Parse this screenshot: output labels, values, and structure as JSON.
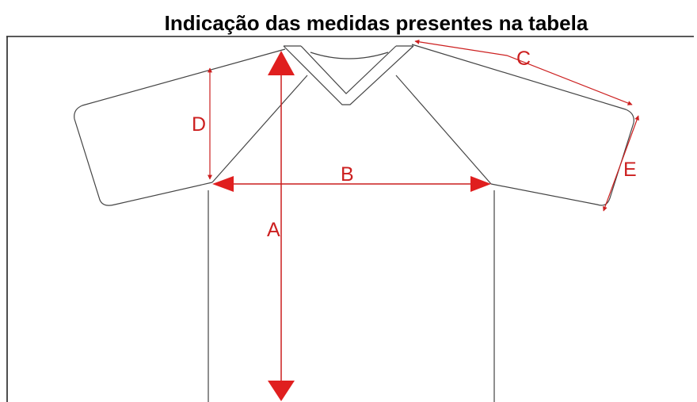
{
  "title": "Indicação das medidas presentes na tabela",
  "labels": {
    "a": "A",
    "b": "B",
    "c": "C",
    "d": "D",
    "e": "E"
  },
  "colors": {
    "arrow": "#cc1f1f",
    "outline": "#333333"
  }
}
